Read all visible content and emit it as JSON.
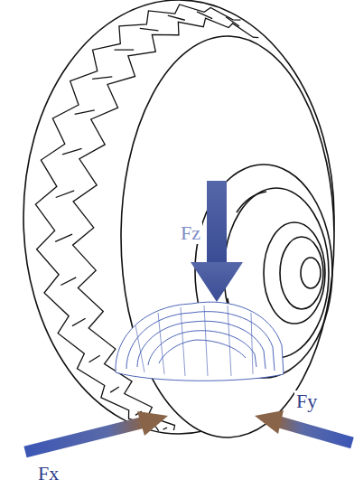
{
  "diagram": {
    "labels": [
      "Fz",
      "Fx",
      "Fy"
    ]
  }
}
